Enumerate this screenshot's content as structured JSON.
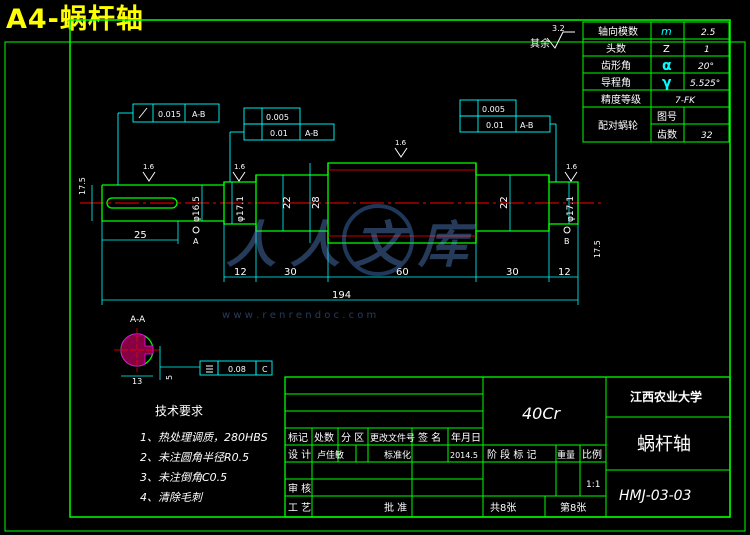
{
  "sheet_title": "A4-蜗杆轴",
  "roughness": {
    "general": "3.2",
    "general_prefix": "其余",
    "local": "1.6"
  },
  "params": [
    {
      "label": "轴向模数",
      "symbol": "m",
      "value": "2.5"
    },
    {
      "label": "头数",
      "symbol": "Z",
      "value": "1"
    },
    {
      "label": "齿形角",
      "symbol": "α",
      "value": "20°"
    },
    {
      "label": "导程角",
      "symbol": "γ",
      "value": "5.525°"
    },
    {
      "label": "精度等级",
      "symbol": "",
      "value": "7-FK"
    }
  ],
  "mating": {
    "label": "配对蜗轮",
    "row1": "图号",
    "row1_value": "",
    "row2": "齿数",
    "row2_value": "32"
  },
  "tolerances": {
    "left": {
      "value": "0.015",
      "datum": "A-B"
    },
    "mid": {
      "cyl": "0.005",
      "runout": "0.01",
      "datum": "A-B"
    },
    "right": {
      "cyl": "0.005",
      "runout": "0.01",
      "datum": "A-B"
    },
    "section": {
      "value": "0.08",
      "datum": "C"
    }
  },
  "dimensions": {
    "d_left_end": "17.5",
    "d_key": "φ16.5",
    "d_left_bearing": "φ17.1",
    "d_right_bearing": "φ17.1",
    "d_step": "22",
    "d_step_right": "22",
    "d_worm": "28",
    "key_len": "25",
    "len_12a": "12",
    "len_30a": "30",
    "len_60": "60",
    "len_30b": "30",
    "len_12b": "12",
    "total": "194",
    "chamfer": "17.5",
    "section_w": "13",
    "section_h": "5",
    "datum_a": "A",
    "datum_b": "B"
  },
  "section_label": "A-A",
  "tech": {
    "heading": "技术要求",
    "items": [
      "1、热处理调质，280HBS",
      "2、未注圆角半径R0.5",
      "3、未注倒角C0.5",
      "4、清除毛刺"
    ]
  },
  "title_block": {
    "material": "40Cr",
    "school": "江西农业大学",
    "part_name": "蜗杆轴",
    "drawing_no": "HMJ-03-03",
    "headers": [
      "标记",
      "处数",
      "分 区",
      "更改文件号",
      "签 名",
      "年月日"
    ],
    "design": "设 计",
    "designer": "卢佳敏",
    "standard": "标准化",
    "date": "2014.5",
    "stage_headers": [
      "阶 段 标 记",
      "重量",
      "比例"
    ],
    "scale": "1:1",
    "review": "审 核",
    "process": "工 艺",
    "approve": "批 准",
    "sheets_total": "共8张",
    "sheet_no": "第8张"
  },
  "watermark": {
    "text": "人人文库",
    "url": "w w w . r e n r e n d o c . c o m"
  },
  "colors": {
    "bg": "#000000",
    "line": "#00ff00",
    "text": "#ffffff",
    "dim": "#00ffff",
    "title": "#ffff00",
    "center": "#ff0000",
    "hatch": "#ff00ff",
    "yellowtext": "#ffff00"
  }
}
